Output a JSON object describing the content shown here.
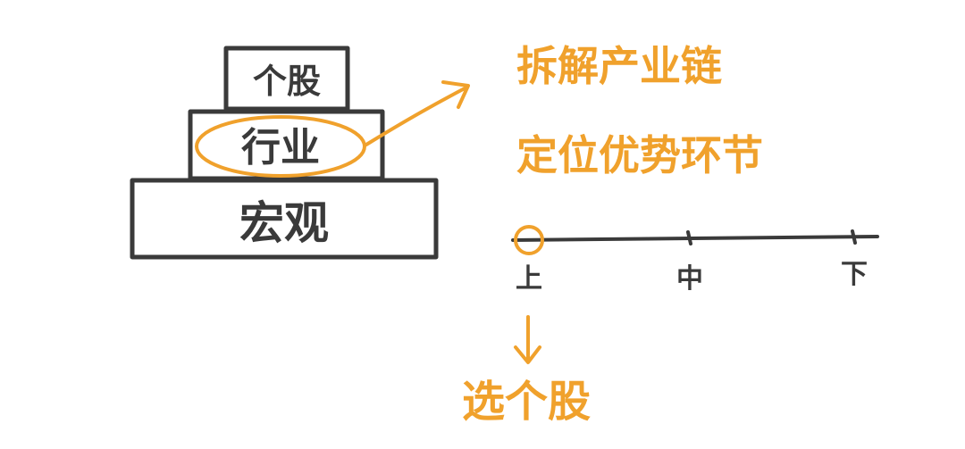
{
  "colors": {
    "accent": "#f0a12c",
    "ink": "#3a3a3a"
  },
  "pyramid": {
    "top": "个股",
    "middle": "行业",
    "bottom": "宏观"
  },
  "notes": {
    "line1": "拆解产业链",
    "line2": "定位优势环节"
  },
  "chain": {
    "upstream": "上",
    "midstream": "中",
    "downstream": "下"
  },
  "result": {
    "label": "选个股"
  }
}
